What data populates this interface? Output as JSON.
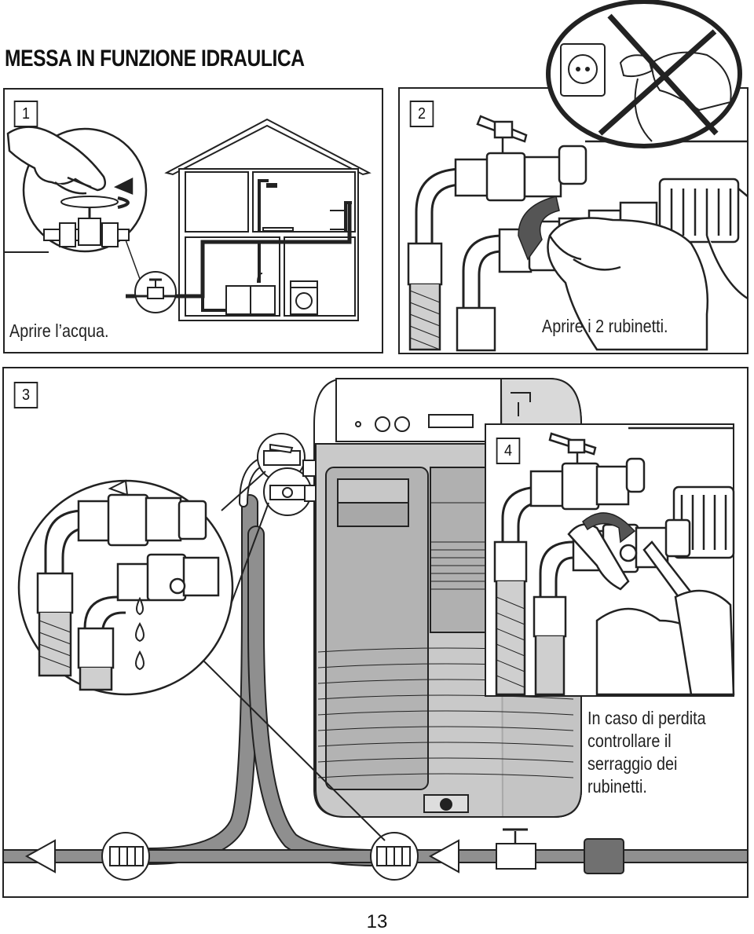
{
  "title": "MESSA IN FUNZIONE IDRAULICA",
  "panels": [
    {
      "number": "1",
      "caption": "Aprire l’acqua."
    },
    {
      "number": "2",
      "caption": "Aprire i 2 rubinetti."
    },
    {
      "number": "3"
    },
    {
      "number": "4",
      "caption_lines": [
        "In caso di perdita",
        "controllare il",
        "serraggio dei",
        "rubinetti."
      ]
    }
  ],
  "page_number": "13",
  "icons": [
    "hand-turning-valve",
    "house-plumbing",
    "unplug-forbidden",
    "valve",
    "water-drop",
    "wrench",
    "softener-unit",
    "flow-arrow"
  ]
}
